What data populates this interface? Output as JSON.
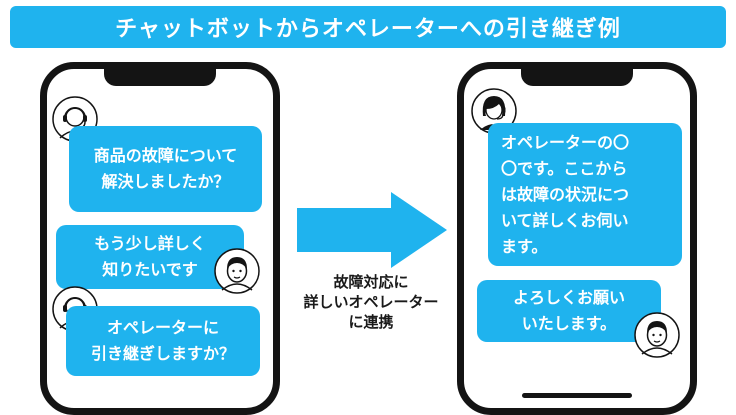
{
  "title": "チャットボットからオペレーターへの引き継ぎ例",
  "colors": {
    "accent": "#1fb3ee",
    "frame": "#141414",
    "text": "#1a1a1a"
  },
  "left_phone": {
    "messages": [
      {
        "from": "operator-avatar",
        "text": "商品の故障について\n解決しましたか？"
      },
      {
        "from": "user-avatar",
        "text": "もう少し詳しく\n知りたいです"
      },
      {
        "from": "operator-avatar",
        "text": "オペレーターに\n引き継ぎしますか？"
      }
    ]
  },
  "transition_caption": "故障対応に\n詳しいオペレーター\nに連携",
  "right_phone": {
    "messages": [
      {
        "from": "female-operator-avatar",
        "text": "オペレーターの〇\n〇です。ここから\nは故障の状況につ\nいて詳しくお伺い\nます。"
      },
      {
        "from": "user-avatar",
        "text": "よろしくお願い\nいたします。"
      }
    ]
  }
}
